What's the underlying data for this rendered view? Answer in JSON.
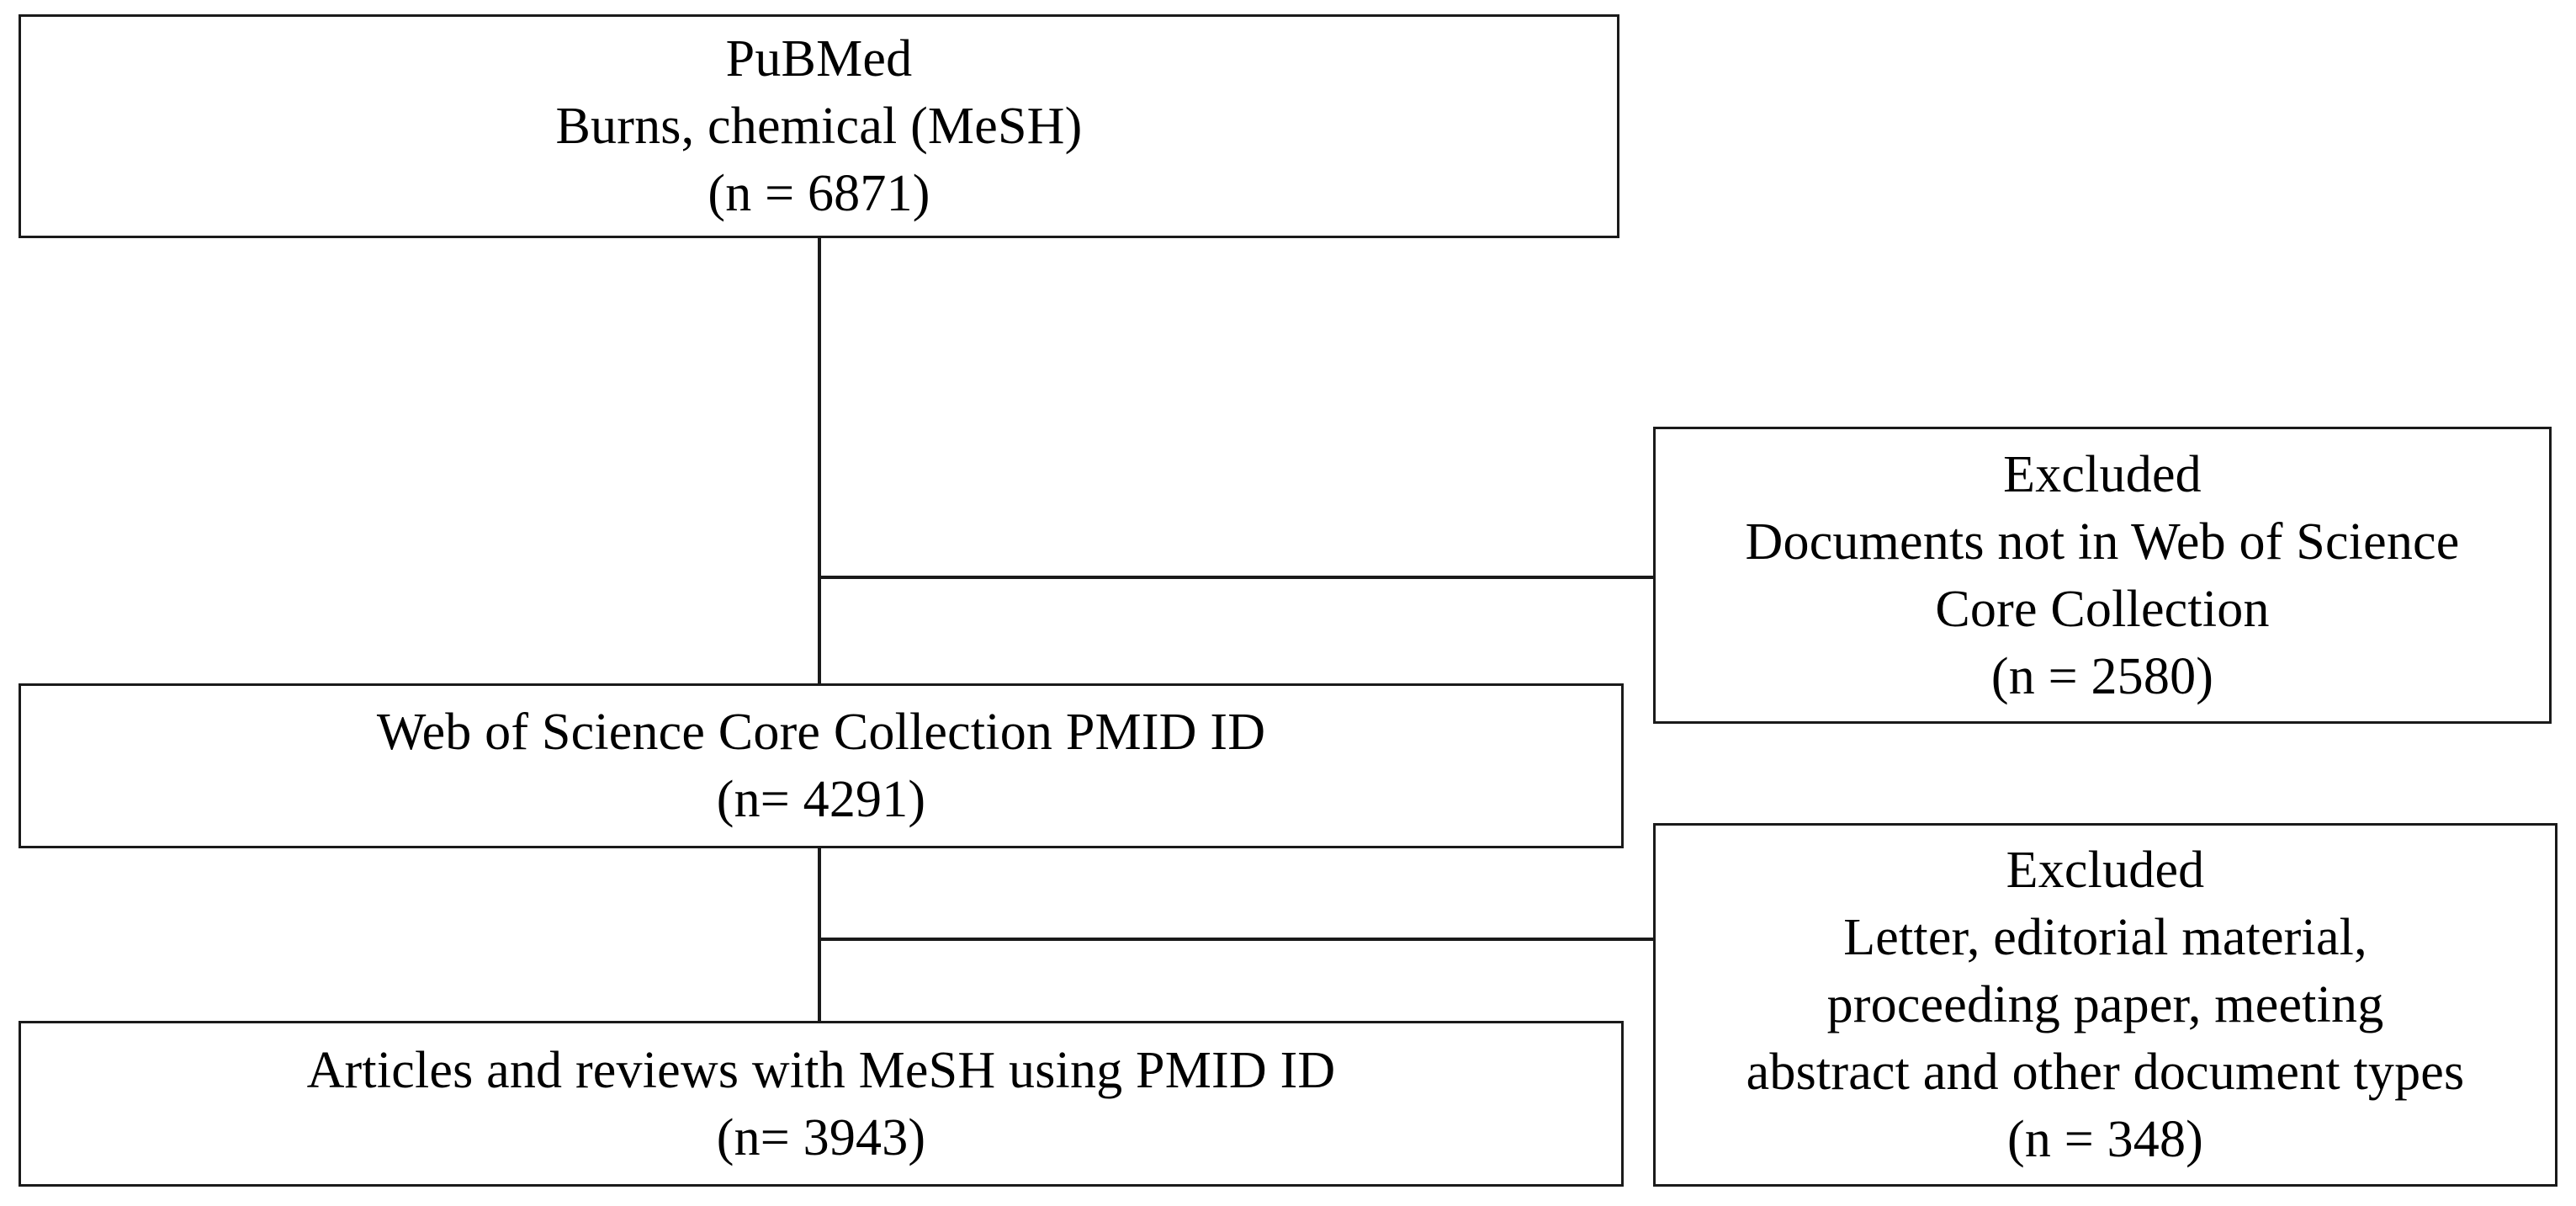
{
  "figure": {
    "type": "flowchart",
    "orientation": "top-to-bottom with right-side exclusion branches",
    "background_color": "#ffffff",
    "line_color": "#1a1a1a",
    "text_color": "#000000"
  },
  "boxes": {
    "pubmed": {
      "name": "PuBMed source box",
      "lines": [
        "PuBMed",
        "Burns, chemical (MeSH)",
        "(n = 6871)"
      ],
      "count": 6871
    },
    "wos": {
      "name": "Web of Science Core Collection box",
      "lines": [
        "Web of Science Core Collection PMID ID",
        "(n= 4291)"
      ],
      "count": 4291
    },
    "articles": {
      "name": "Included articles and reviews box",
      "lines": [
        "Articles and reviews with MeSH using PMID ID",
        "(n= 3943)"
      ],
      "count": 3943
    },
    "excluded_1": {
      "name": "First exclusion box",
      "lines": [
        "Excluded",
        "Documents not in Web of Science",
        "Core Collection",
        "(n = 2580)"
      ],
      "count": 2580
    },
    "excluded_2": {
      "name": "Second exclusion box",
      "lines": [
        "Excluded",
        "Letter, editorial material,",
        "proceeding paper, meeting",
        "abstract and other document types",
        "(n = 348)"
      ],
      "count": 348
    }
  },
  "connectors": [
    {
      "name": "main-vertical",
      "from": "pubmed",
      "to": "articles"
    },
    {
      "name": "excluded-1-branch",
      "from": "main-vertical",
      "to": "excluded_1"
    },
    {
      "name": "excluded-2-branch",
      "from": "main-vertical",
      "to": "excluded_2"
    }
  ]
}
